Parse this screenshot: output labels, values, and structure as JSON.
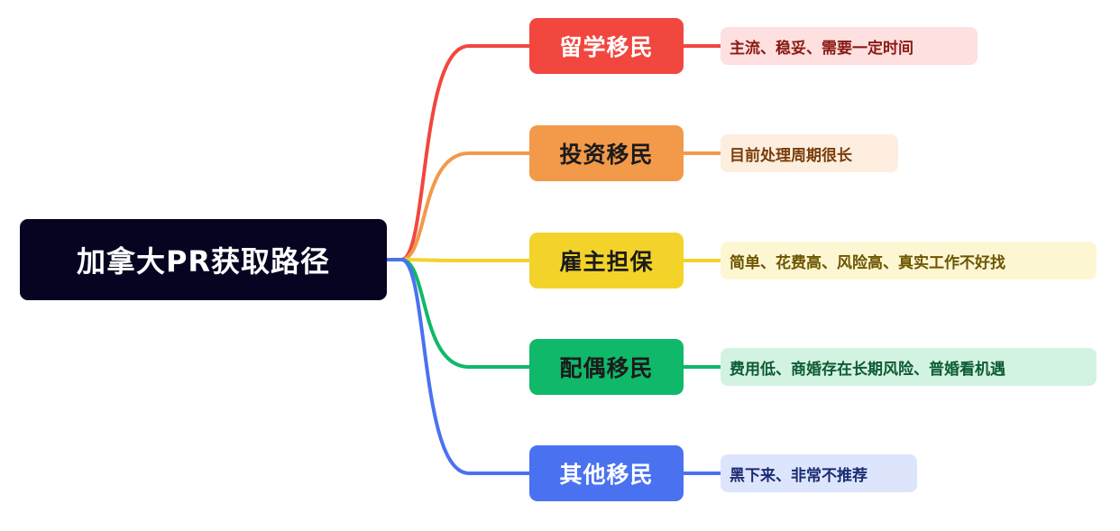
{
  "root": {
    "label": "加拿大PR获取路径",
    "color": "#050521",
    "text_color": "#ffffff"
  },
  "branches": [
    {
      "label": "留学移民",
      "color": "#f1473f",
      "text_color": "#ffffff",
      "note": "主流、稳妥、需要一定时间",
      "note_bg": "#fde0df",
      "note_color": "#8a1a14"
    },
    {
      "label": "投资移民",
      "color": "#f2994a",
      "text_color": "#1b1b1b",
      "note": "目前处理周期很长",
      "note_bg": "#fdeedf",
      "note_color": "#7a3d0a"
    },
    {
      "label": "雇主担保",
      "color": "#f3d32a",
      "text_color": "#1b1b1b",
      "note": "简单、花费高、风险高、真实工作不好找",
      "note_bg": "#fdf6d2",
      "note_color": "#6b5500"
    },
    {
      "label": "配偶移民",
      "color": "#10b86a",
      "text_color": "#1b1b1b",
      "note": "费用低、商婚存在长期风险、普婚看机遇",
      "note_bg": "#d3f3e2",
      "note_color": "#0d5a34"
    },
    {
      "label": "其他移民",
      "color": "#4a72f0",
      "text_color": "#ffffff",
      "note": "黑下来、非常不推荐",
      "note_bg": "#dde5fd",
      "note_color": "#1b2c72"
    }
  ]
}
